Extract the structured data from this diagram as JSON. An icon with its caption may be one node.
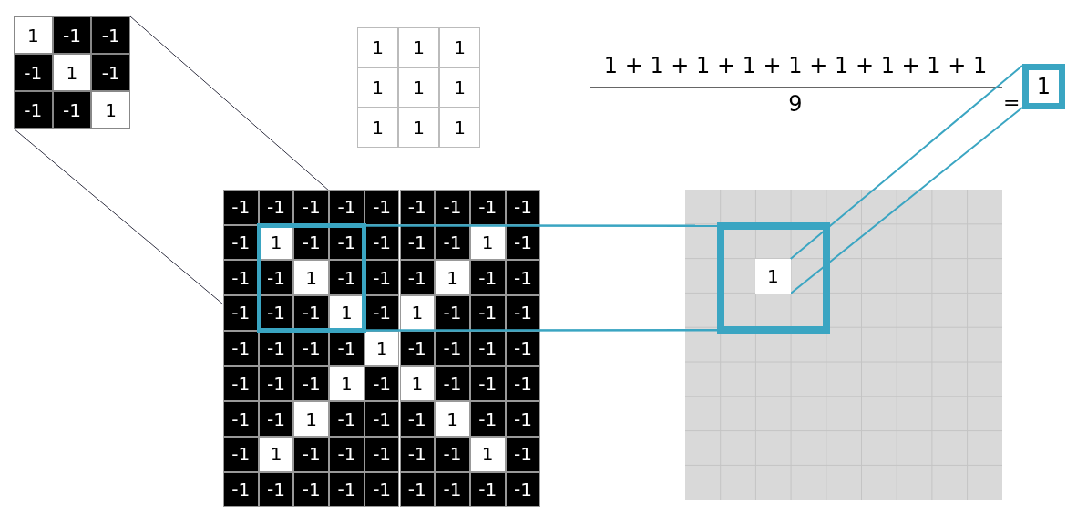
{
  "diagram": {
    "nodes": [
      {
        "text": [
          "1",
          "-1",
          "-1",
          "-1",
          "1",
          "-1",
          "-1",
          "-1",
          "1"
        ]
      },
      {
        "text": [],
        "shape": "box"
      },
      {
        "text": [],
        "shape": "box"
      },
      {
        "text": [
          "1"
        ],
        "in": 2
      },
      {
        "text": [
          "1"
        ]
      }
    ],
    "edges": [
      {
        "from": 0,
        "to": 1,
        "arrow": "none",
        "color": "#333344"
      },
      {
        "from": 0,
        "to": 1,
        "arrow": "none",
        "color": "#333344"
      },
      {
        "from": 1,
        "to": 2,
        "arrow": "none"
      },
      {
        "from": 1,
        "to": 2,
        "arrow": "none"
      },
      {
        "from": 3,
        "to": 4,
        "arrow": "none"
      },
      {
        "from": 3,
        "to": 4,
        "arrow": "none"
      }
    ],
    "labels": [
      "1",
      "1",
      "1",
      "1",
      "1",
      "1",
      "1",
      "1",
      "1",
      "1 + 1 + 1 + 1 + 1 + 1 + 1 + 1 + 1",
      "9",
      "=",
      "-1",
      "-1",
      "-1",
      "-1",
      "-1",
      "-1",
      "-1",
      "-1",
      "-1",
      "-1",
      "1",
      "-1",
      "-1",
      "-1",
      "-1",
      "-1",
      "1",
      "-1",
      "-1",
      "-1",
      "1",
      "-1",
      "-1",
      "-1",
      "1",
      "-1",
      "-1",
      "-1",
      "-1",
      "-1",
      "1",
      "-1",
      "1",
      "-1",
      "-1",
      "-1",
      "-1",
      "-1",
      "-1",
      "-1",
      "1",
      "-1",
      "-1",
      "-1",
      "-1",
      "-1",
      "-1",
      "-1",
      "1",
      "-1",
      "1",
      "-1",
      "-1",
      "-1",
      "-1",
      "-1",
      "1",
      "-1",
      "-1",
      "-1",
      "1",
      "-1",
      "-1",
      "-1",
      "1",
      "-1",
      "-1",
      "-1",
      "-1",
      "-1",
      "1",
      "-1",
      "-1",
      "-1",
      "-1",
      "-1",
      "-1",
      "-1",
      "-1",
      "-1",
      "-1"
    ]
  }
}
